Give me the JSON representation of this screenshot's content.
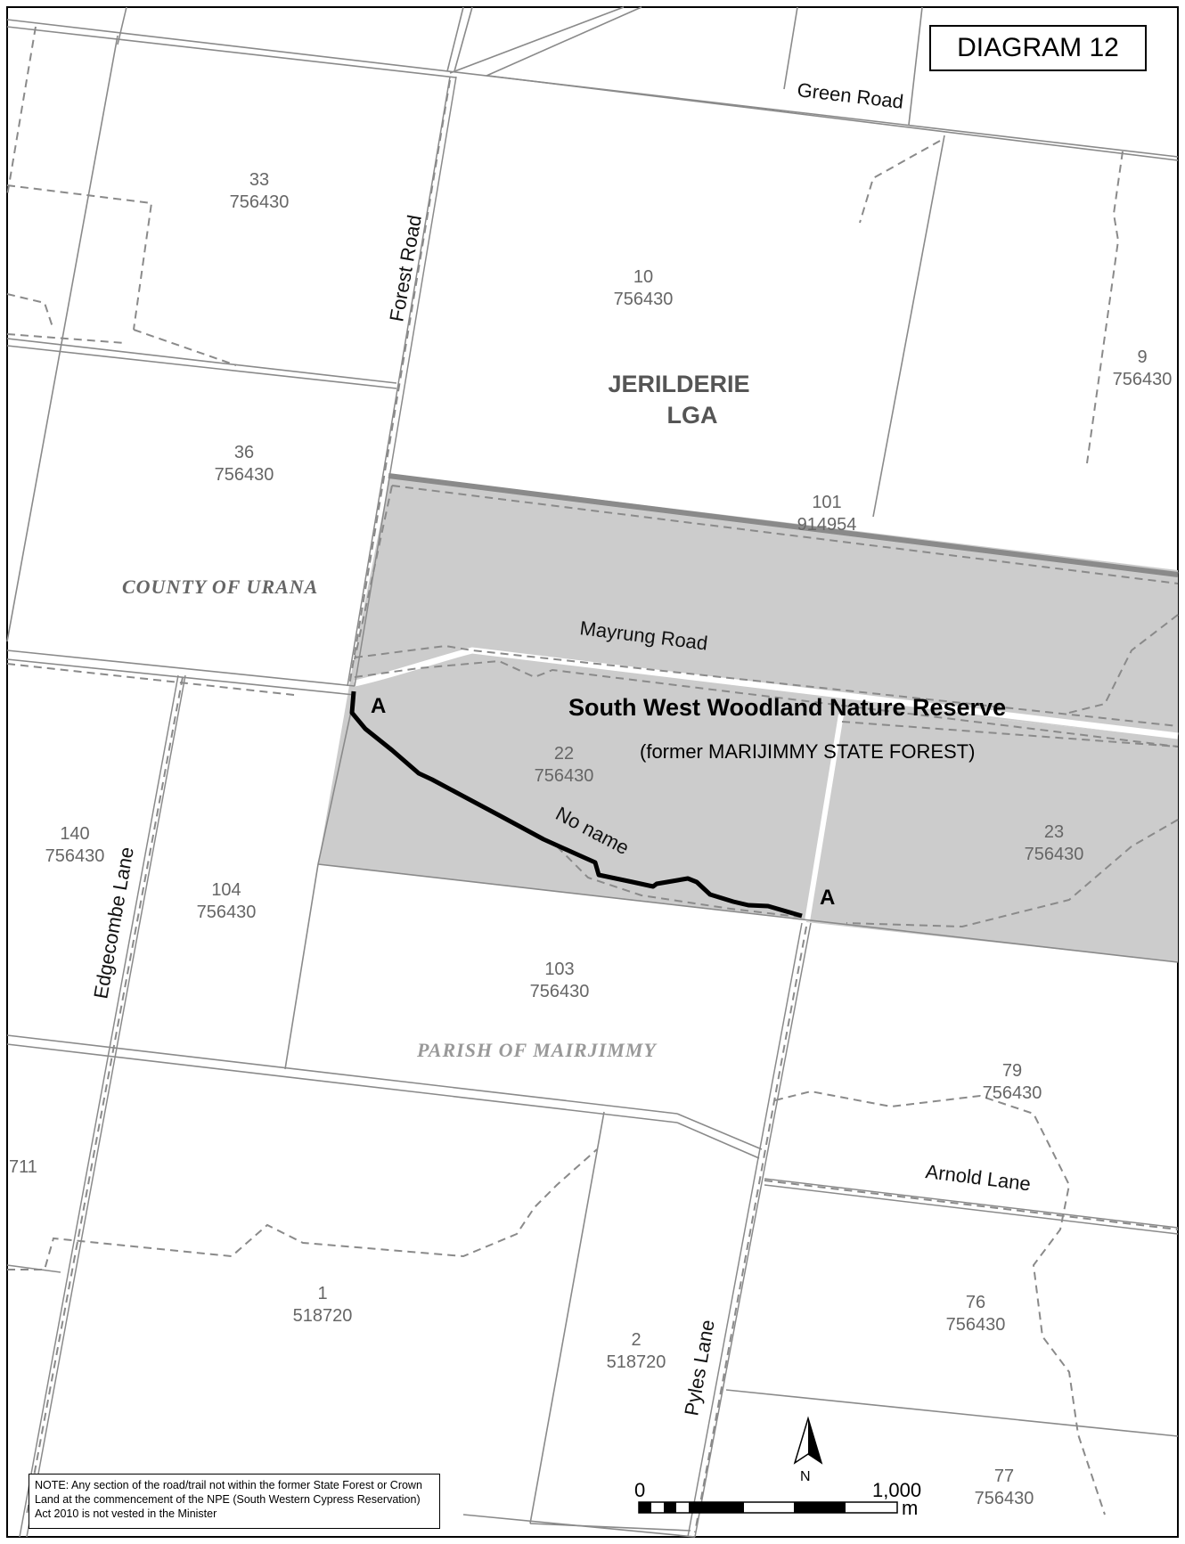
{
  "diagram_title": "DIAGRAM 12",
  "reserve": {
    "name": "South West Woodland Nature Reserve",
    "former": "(former MARIJIMMY STATE FOREST)"
  },
  "lga": {
    "line1": "JERILDERIE",
    "line2": "LGA"
  },
  "county": "COUNTY OF URANA",
  "parish": "PARISH OF MAIRJIMMY",
  "roads": {
    "green": "Green Road",
    "forest": "Forest Road",
    "mayrung": "Mayrung Road",
    "edgecombe": "Edgecombe Lane",
    "pyles": "Pyles Lane",
    "arnold": "Arnold Lane",
    "noname": "No name"
  },
  "trail_end_label": "A",
  "lots": [
    {
      "lot": "33",
      "dp": "756430"
    },
    {
      "lot": "10",
      "dp": "756430"
    },
    {
      "lot": "9",
      "dp": "756430"
    },
    {
      "lot": "36",
      "dp": "756430"
    },
    {
      "lot": "101",
      "dp": "914954"
    },
    {
      "lot": "22",
      "dp": "756430"
    },
    {
      "lot": "23",
      "dp": "756430"
    },
    {
      "lot": "140",
      "dp": "756430"
    },
    {
      "lot": "104",
      "dp": "756430"
    },
    {
      "lot": "103",
      "dp": "756430"
    },
    {
      "lot": "79",
      "dp": "756430"
    },
    {
      "lot": "76",
      "dp": "756430"
    },
    {
      "lot": "1",
      "dp": "518720"
    },
    {
      "lot": "2",
      "dp": "518720"
    },
    {
      "lot": "77",
      "dp": "756430"
    }
  ],
  "edge_label": "711",
  "scale": {
    "start": "0",
    "end": "1,000",
    "unit": "m"
  },
  "north": "N",
  "note": "NOTE: Any section of the road/trail not within the former State Forest or Crown Land at the commencement of the NPE (South Western Cypress Reservation) Act 2010 is not vested in the Minister",
  "colors": {
    "reserve_fill": "#cccccc",
    "boundary": "#8a8a8a",
    "trail": "#000000",
    "lot_text": "#666666"
  }
}
